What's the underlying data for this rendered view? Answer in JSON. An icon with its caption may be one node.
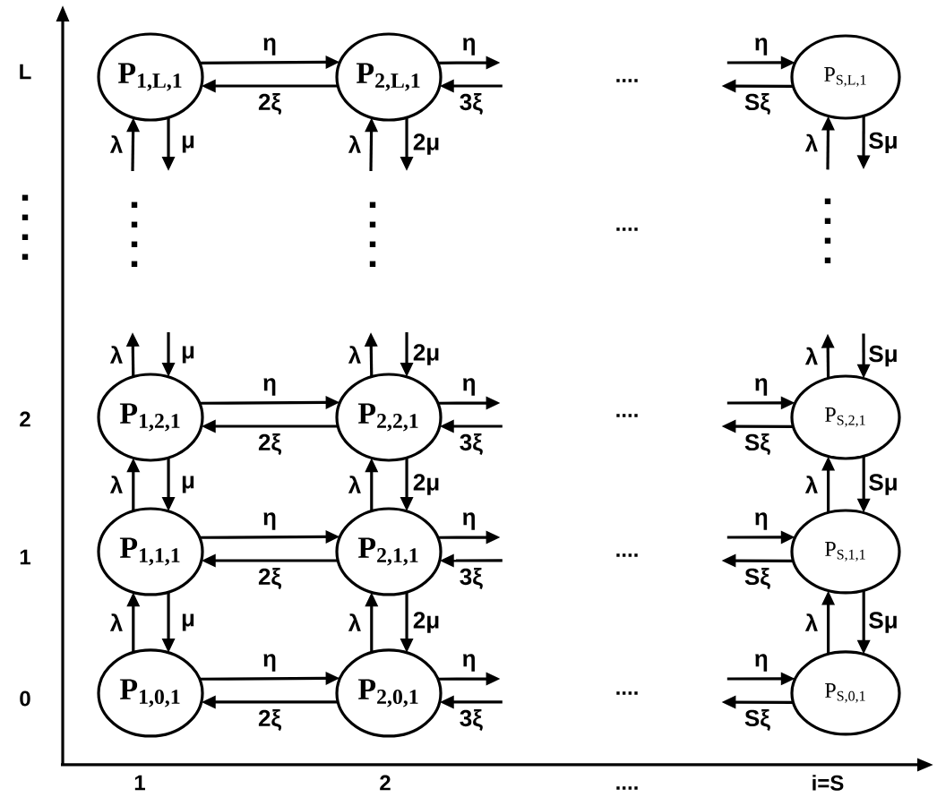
{
  "diagram": {
    "nodes": [
      {
        "text": [
          "P$_{1,L,1}$"
        ]
      },
      {
        "text": [
          "P$_{2,L,1}$"
        ]
      },
      {
        "text": [
          "P$_{S,L,1}$"
        ]
      },
      {
        "text": [
          "P$_{1,2,1}$"
        ]
      },
      {
        "text": [
          "P$_{2,2,1}$"
        ]
      },
      {
        "text": [
          "P$_{S,2,1}$"
        ]
      },
      {
        "text": [
          "P$_{1,1,1}$"
        ]
      },
      {
        "text": [
          "P$_{2,1,1}$"
        ]
      },
      {
        "text": [
          "P$_{S,1,1}$"
        ]
      },
      {
        "text": [
          "P$_{1,0,1}$"
        ]
      },
      {
        "text": [
          "P$_{2,0,1}$"
        ]
      },
      {
        "text": [
          "P$_{S,0,1}$"
        ]
      }
    ],
    "edges": [
      {
        "from": 0,
        "to": 1,
        "arrow": "to",
        "label": "η"
      },
      {
        "from": 1,
        "to": 0,
        "arrow": "to",
        "label": "2ξ"
      },
      {
        "from": 1,
        "to": null,
        "arrow": "to",
        "label": "η"
      },
      {
        "from": null,
        "to": 1,
        "arrow": "to",
        "label": "3ξ"
      },
      {
        "from": null,
        "to": 2,
        "arrow": "to",
        "label": "η"
      },
      {
        "from": 2,
        "to": null,
        "arrow": "to",
        "label": "Sξ"
      },
      {
        "from": 3,
        "to": 4,
        "arrow": "to",
        "label": "η"
      },
      {
        "from": 4,
        "to": 3,
        "arrow": "to",
        "label": "2ξ"
      },
      {
        "from": 4,
        "to": null,
        "arrow": "to",
        "label": "η"
      },
      {
        "from": null,
        "to": 4,
        "arrow": "to",
        "label": "3ξ"
      },
      {
        "from": null,
        "to": 5,
        "arrow": "to",
        "label": "η"
      },
      {
        "from": 5,
        "to": null,
        "arrow": "to",
        "label": "Sξ"
      },
      {
        "from": 6,
        "to": 7,
        "arrow": "to",
        "label": "η"
      },
      {
        "from": 7,
        "to": 6,
        "arrow": "to",
        "label": "2ξ"
      },
      {
        "from": 7,
        "to": null,
        "arrow": "to",
        "label": "η"
      },
      {
        "from": null,
        "to": 7,
        "arrow": "to",
        "label": "3ξ"
      },
      {
        "from": null,
        "to": 8,
        "arrow": "to",
        "label": "η"
      },
      {
        "from": 8,
        "to": null,
        "arrow": "to",
        "label": "Sξ"
      },
      {
        "from": 9,
        "to": 10,
        "arrow": "to",
        "label": "η"
      },
      {
        "from": 10,
        "to": 9,
        "arrow": "to",
        "label": "2ξ"
      },
      {
        "from": 10,
        "to": null,
        "arrow": "to",
        "label": "η"
      },
      {
        "from": null,
        "to": 10,
        "arrow": "to",
        "label": "3ξ"
      },
      {
        "from": null,
        "to": 11,
        "arrow": "to",
        "label": "η"
      },
      {
        "from": 11,
        "to": null,
        "arrow": "to",
        "label": "Sξ"
      },
      {
        "from": null,
        "to": 0,
        "arrow": "to",
        "label": "λ"
      },
      {
        "from": 0,
        "to": null,
        "arrow": "to",
        "label": "μ"
      },
      {
        "from": null,
        "to": 1,
        "arrow": "to",
        "label": "λ"
      },
      {
        "from": 1,
        "to": null,
        "arrow": "to",
        "label": "2μ"
      },
      {
        "from": null,
        "to": 2,
        "arrow": "to",
        "label": "λ"
      },
      {
        "from": 2,
        "to": null,
        "arrow": "to",
        "label": "Sμ"
      },
      {
        "from": 3,
        "to": null,
        "arrow": "to",
        "label": "λ"
      },
      {
        "from": null,
        "to": 3,
        "arrow": "to",
        "label": "μ"
      },
      {
        "from": 4,
        "to": null,
        "arrow": "to",
        "label": "λ"
      },
      {
        "from": null,
        "to": 4,
        "arrow": "to",
        "label": "2μ"
      },
      {
        "from": 5,
        "to": null,
        "arrow": "to",
        "label": "λ"
      },
      {
        "from": null,
        "to": 5,
        "arrow": "to",
        "label": "Sμ"
      },
      {
        "from": 6,
        "to": 3,
        "arrow": "to",
        "label": "λ"
      },
      {
        "from": 3,
        "to": 6,
        "arrow": "to",
        "label": "μ"
      },
      {
        "from": 7,
        "to": 4,
        "arrow": "to",
        "label": "λ"
      },
      {
        "from": 4,
        "to": 7,
        "arrow": "to",
        "label": "2μ"
      },
      {
        "from": 8,
        "to": 5,
        "arrow": "to",
        "label": "λ"
      },
      {
        "from": 5,
        "to": 8,
        "arrow": "to",
        "label": "Sμ"
      },
      {
        "from": 9,
        "to": 6,
        "arrow": "to",
        "label": "λ"
      },
      {
        "from": 6,
        "to": 9,
        "arrow": "to",
        "label": "μ"
      },
      {
        "from": 10,
        "to": 7,
        "arrow": "to",
        "label": "λ"
      },
      {
        "from": 7,
        "to": 10,
        "arrow": "to",
        "label": "2μ"
      },
      {
        "from": 11,
        "to": 8,
        "arrow": "to",
        "label": "λ"
      },
      {
        "from": 8,
        "to": 11,
        "arrow": "to",
        "label": "Sμ"
      }
    ],
    "labels": [
      "L",
      "....",
      "....",
      "2",
      "....",
      "1",
      "....",
      "0",
      "....",
      "1",
      "2",
      "....",
      "i=S"
    ]
  }
}
